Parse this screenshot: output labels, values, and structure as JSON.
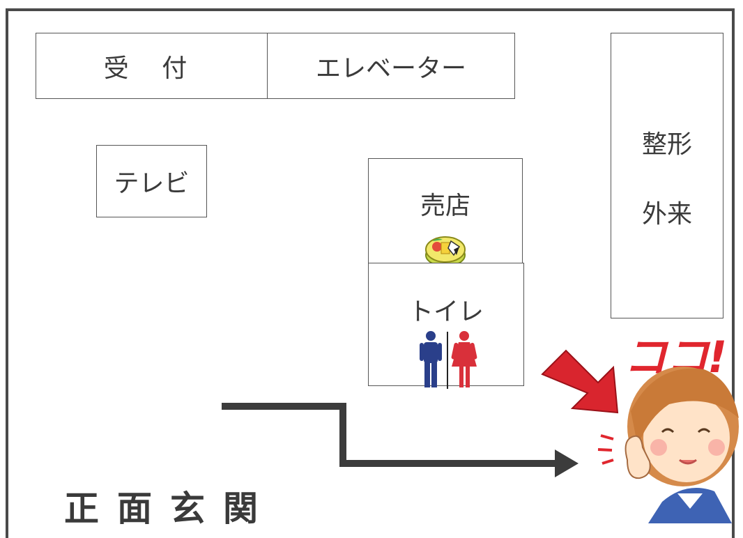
{
  "map": {
    "reception": "受 付",
    "elevator": "エレベーター",
    "tv": "テレビ",
    "shop": "売店",
    "toilet": "トイレ",
    "orthopedics_line1": "整形",
    "orthopedics_line2": "外来",
    "entrance": "正面玄関",
    "here_callout": "ココ!"
  },
  "icons": {
    "bento": "bento-box-icon",
    "male": "man-icon",
    "female": "woman-icon",
    "pointer_arrow": "red-arrow-icon",
    "path_arrow": "route-arrow-icon",
    "nurse": "pointing-woman-illustration"
  },
  "colors": {
    "line": "#555555",
    "route": "#3c3c3c",
    "accent_red": "#e0262e",
    "male_blue": "#2a3f8a",
    "female_red": "#d9303a"
  }
}
